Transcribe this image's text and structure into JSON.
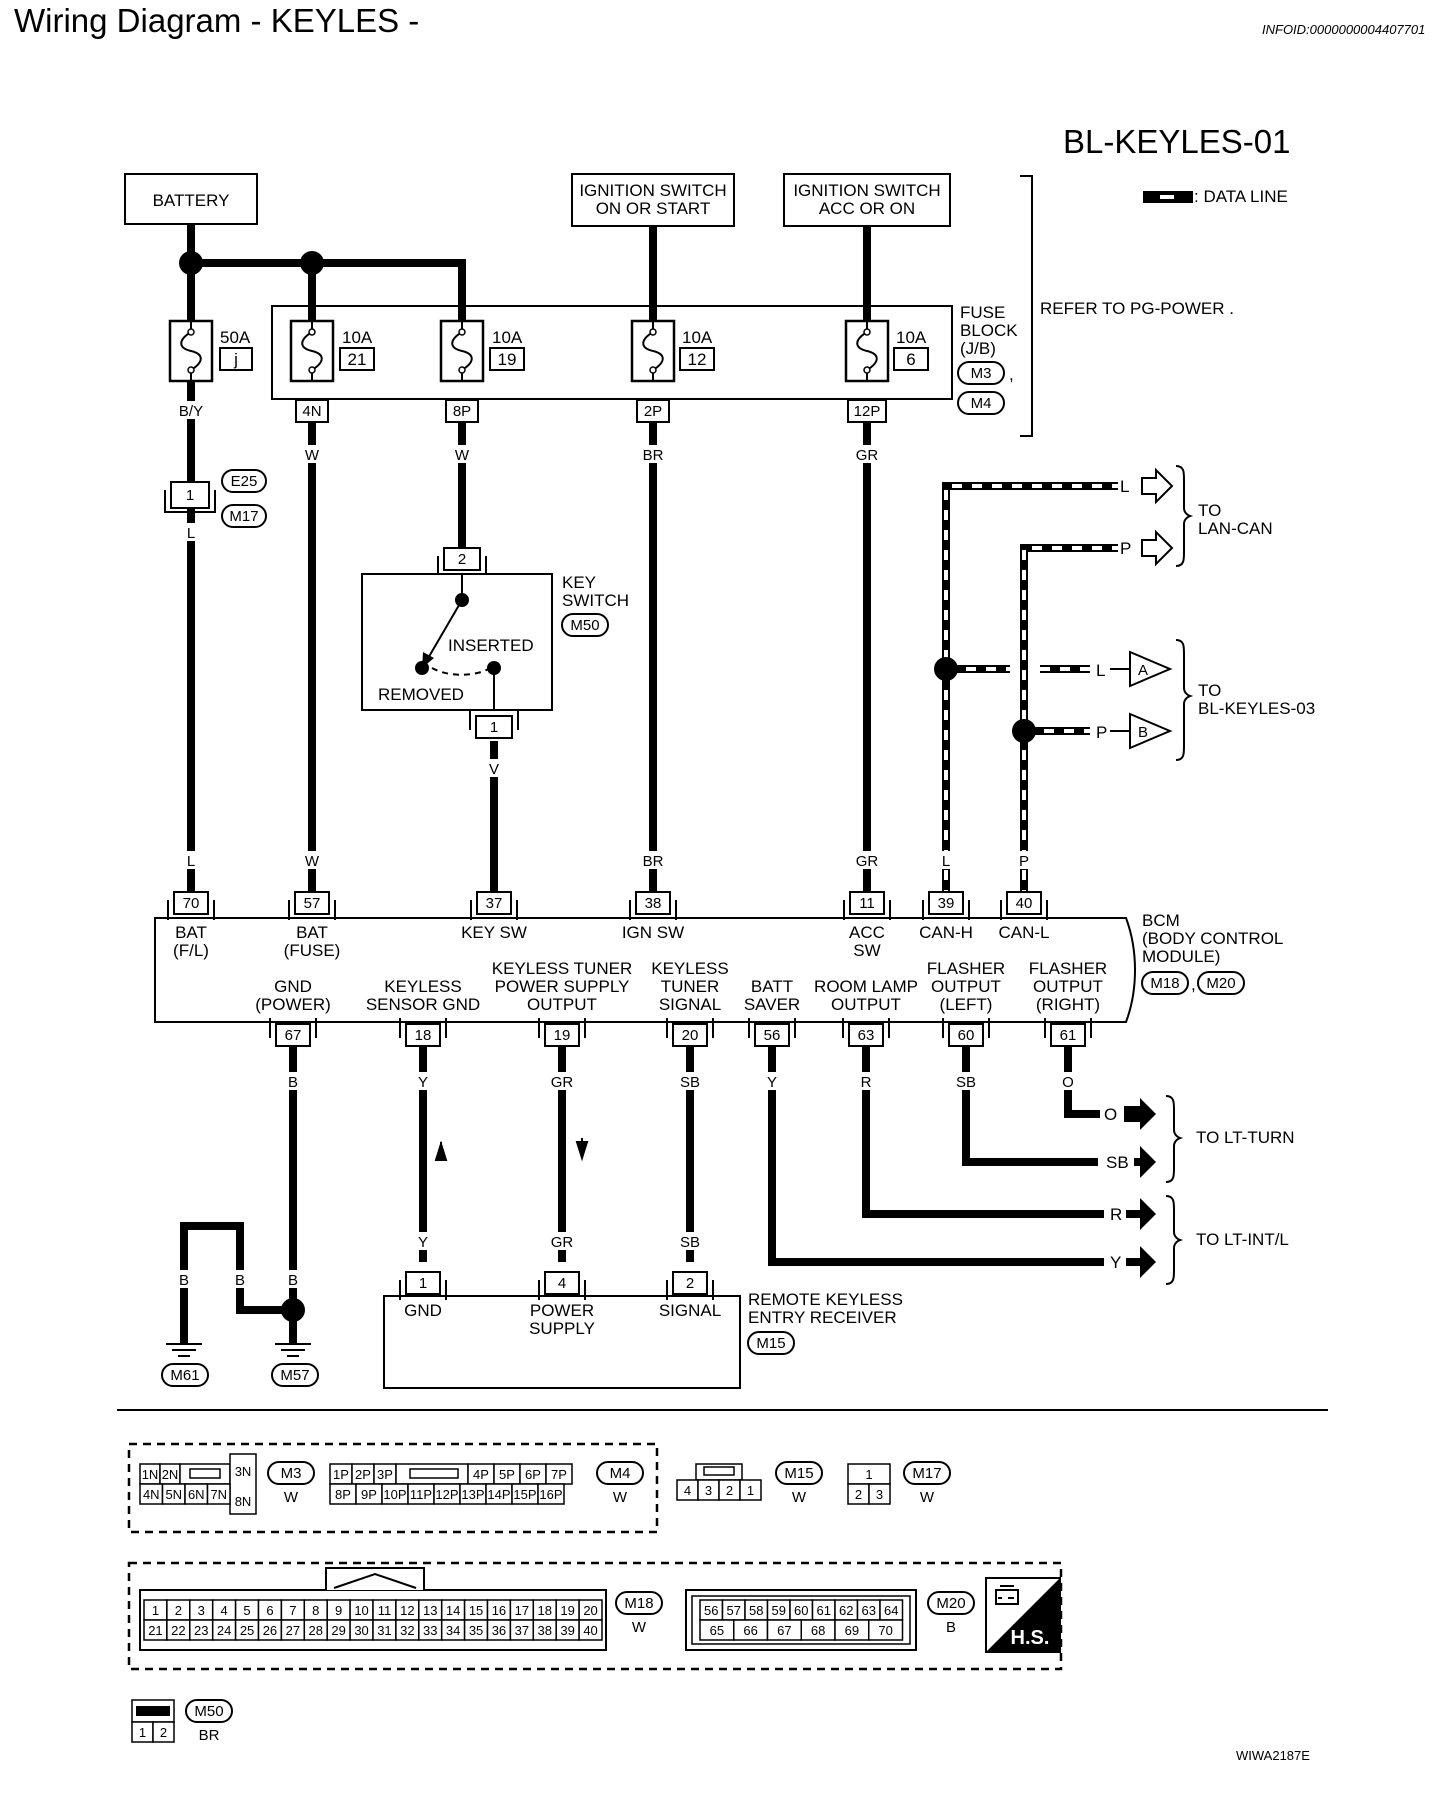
{
  "header": {
    "title": "Wiring Diagram - KEYLES -",
    "info_id": "INFOID:0000000004407701",
    "diagram_id": "BL-KEYLES-01",
    "legend_data_line": ": DATA LINE",
    "footer_code": "WIWA2187E"
  },
  "power": {
    "battery": "BATTERY",
    "ign_on_start": [
      "IGNITION SWITCH",
      "ON OR START"
    ],
    "ign_acc_on": [
      "IGNITION SWITCH",
      "ACC OR ON"
    ]
  },
  "fuses": {
    "main": {
      "amp": "50A",
      "id": "j"
    },
    "f21": {
      "amp": "10A",
      "id": "21",
      "conn": "4N"
    },
    "f19": {
      "amp": "10A",
      "id": "19",
      "conn": "8P"
    },
    "f12": {
      "amp": "10A",
      "id": "12",
      "conn": "2P"
    },
    "f6": {
      "amp": "10A",
      "id": "6",
      "conn": "12P"
    },
    "block_label": [
      "FUSE",
      "BLOCK",
      "(J/B)"
    ],
    "block_conn1": "M3",
    "block_conn2": "M4",
    "refer": "REFER TO  PG-POWER ."
  },
  "wires": {
    "by": "B/Y",
    "l": "L",
    "w": "W",
    "br": "BR",
    "gr": "GR",
    "v": "V",
    "p": "P",
    "b": "B",
    "y": "Y",
    "sb": "SB",
    "r": "R",
    "o": "O"
  },
  "e25_block": {
    "pin": "1",
    "conn1": "E25",
    "conn2": "M17"
  },
  "key_switch": {
    "label": [
      "KEY",
      "SWITCH"
    ],
    "conn": "M50",
    "pin_top": "2",
    "pin_bottom": "1",
    "inserted": "INSERTED",
    "removed": "REMOVED"
  },
  "lan_can": {
    "label": [
      "TO",
      "LAN-CAN"
    ],
    "l": "L",
    "p": "P"
  },
  "keyles03": {
    "label": [
      "TO",
      "BL-KEYLES-03"
    ],
    "a": "A",
    "b": "B",
    "l": "L",
    "p": "P"
  },
  "bcm": {
    "label": [
      "BCM",
      "(BODY CONTROL",
      "MODULE)"
    ],
    "conn1": "M18",
    "conn2": "M20",
    "top_pins": [
      {
        "pin": "70",
        "name": [
          "BAT",
          "(F/L)"
        ]
      },
      {
        "pin": "57",
        "name": [
          "BAT",
          "(FUSE)"
        ]
      },
      {
        "pin": "37",
        "name": [
          "KEY SW"
        ]
      },
      {
        "pin": "38",
        "name": [
          "IGN SW"
        ]
      },
      {
        "pin": "11",
        "name": [
          "ACC",
          "SW"
        ]
      },
      {
        "pin": "39",
        "name": [
          "CAN-H"
        ]
      },
      {
        "pin": "40",
        "name": [
          "CAN-L"
        ]
      }
    ],
    "bottom_pins": [
      {
        "pin": "67",
        "name": [
          "GND",
          "(POWER)"
        ]
      },
      {
        "pin": "18",
        "name": [
          "KEYLESS",
          "SENSOR GND"
        ]
      },
      {
        "pin": "19",
        "name": [
          "KEYLESS TUNER",
          "POWER SUPPLY",
          "OUTPUT"
        ]
      },
      {
        "pin": "20",
        "name": [
          "KEYLESS",
          "TUNER",
          "SIGNAL"
        ]
      },
      {
        "pin": "56",
        "name": [
          "BATT",
          "SAVER"
        ]
      },
      {
        "pin": "63",
        "name": [
          "ROOM LAMP",
          "OUTPUT"
        ]
      },
      {
        "pin": "60",
        "name": [
          "FLASHER",
          "OUTPUT",
          "(LEFT)"
        ]
      },
      {
        "pin": "61",
        "name": [
          "FLASHER",
          "OUTPUT",
          "(RIGHT)"
        ]
      }
    ]
  },
  "receiver": {
    "label": [
      "REMOTE KEYLESS",
      "ENTRY RECEIVER"
    ],
    "conn": "M15",
    "pins": [
      {
        "pin": "1",
        "name": [
          "GND"
        ]
      },
      {
        "pin": "4",
        "name": [
          "POWER",
          "SUPPLY"
        ]
      },
      {
        "pin": "2",
        "name": [
          "SIGNAL"
        ]
      }
    ]
  },
  "grounds": {
    "g1": "M61",
    "g2": "M57"
  },
  "outputs": {
    "lt_turn": "TO LT-TURN",
    "lt_intl": "TO LT-INT/L"
  },
  "connectors": {
    "m3": {
      "id": "M3",
      "color": "W",
      "row1": [
        "1N",
        "2N",
        "3N"
      ],
      "row2": [
        "4N",
        "5N",
        "6N",
        "7N",
        "8N"
      ]
    },
    "m4": {
      "id": "M4",
      "color": "W",
      "row1": [
        "1P",
        "2P",
        "3P",
        "4P",
        "5P",
        "6P",
        "7P"
      ],
      "row2": [
        "8P",
        "9P",
        "10P",
        "11P",
        "12P",
        "13P",
        "14P",
        "15P",
        "16P"
      ]
    },
    "m15": {
      "id": "M15",
      "color": "W",
      "pins": [
        "4",
        "3",
        "2",
        "1"
      ]
    },
    "m17": {
      "id": "M17",
      "color": "W",
      "row1": [
        "1"
      ],
      "row2": [
        "2",
        "3"
      ]
    },
    "m18": {
      "id": "M18",
      "color": "W",
      "row1": [
        "1",
        "2",
        "3",
        "4",
        "5",
        "6",
        "7",
        "8",
        "9",
        "10",
        "11",
        "12",
        "13",
        "14",
        "15",
        "16",
        "17",
        "18",
        "19",
        "20"
      ],
      "row2": [
        "21",
        "22",
        "23",
        "24",
        "25",
        "26",
        "27",
        "28",
        "29",
        "30",
        "31",
        "32",
        "33",
        "34",
        "35",
        "36",
        "37",
        "38",
        "39",
        "40"
      ]
    },
    "m20": {
      "id": "M20",
      "color": "B",
      "row1": [
        "56",
        "57",
        "58",
        "59",
        "60",
        "61",
        "62",
        "63",
        "64"
      ],
      "row2": [
        "65",
        "66",
        "67",
        "68",
        "69",
        "70"
      ]
    },
    "m50": {
      "id": "M50",
      "color": "BR",
      "pins": [
        "1",
        "2"
      ]
    },
    "hs": "H.S."
  }
}
